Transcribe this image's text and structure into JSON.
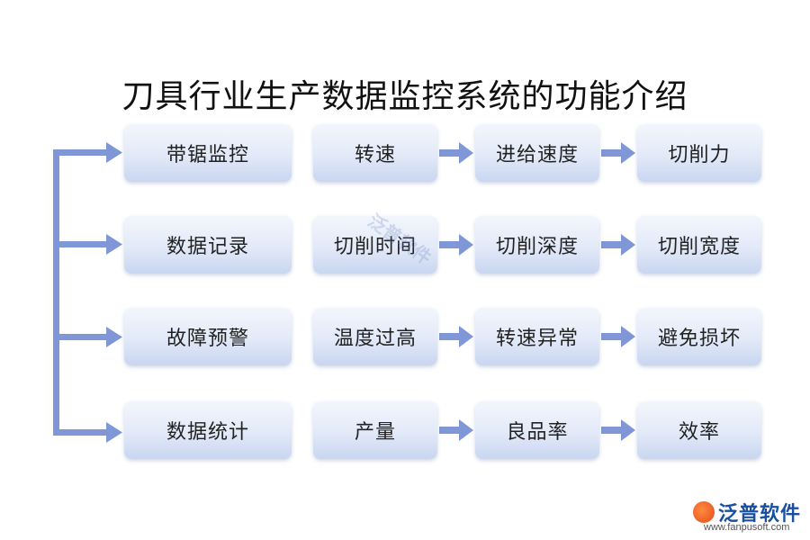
{
  "title": "刀具行业生产数据监控系统的功能介绍",
  "rows": [
    {
      "category": "带锯监控",
      "items": [
        "转速",
        "进给速度",
        "切削力"
      ]
    },
    {
      "category": "数据记录",
      "items": [
        "切削时间",
        "切削深度",
        "切削宽度"
      ]
    },
    {
      "category": "故障预警",
      "items": [
        "温度过高",
        "转速异常",
        "避免损坏"
      ]
    },
    {
      "category": "数据统计",
      "items": [
        "产量",
        "良品率",
        "效率"
      ]
    }
  ],
  "watermark": "泛普软件",
  "logo": {
    "name": "泛普软件",
    "url": "www.fanpusoft.com"
  },
  "colors": {
    "arrow": "#7f97d6",
    "box_top": "#f3f6fc",
    "box_bottom": "#c9d6f1"
  }
}
